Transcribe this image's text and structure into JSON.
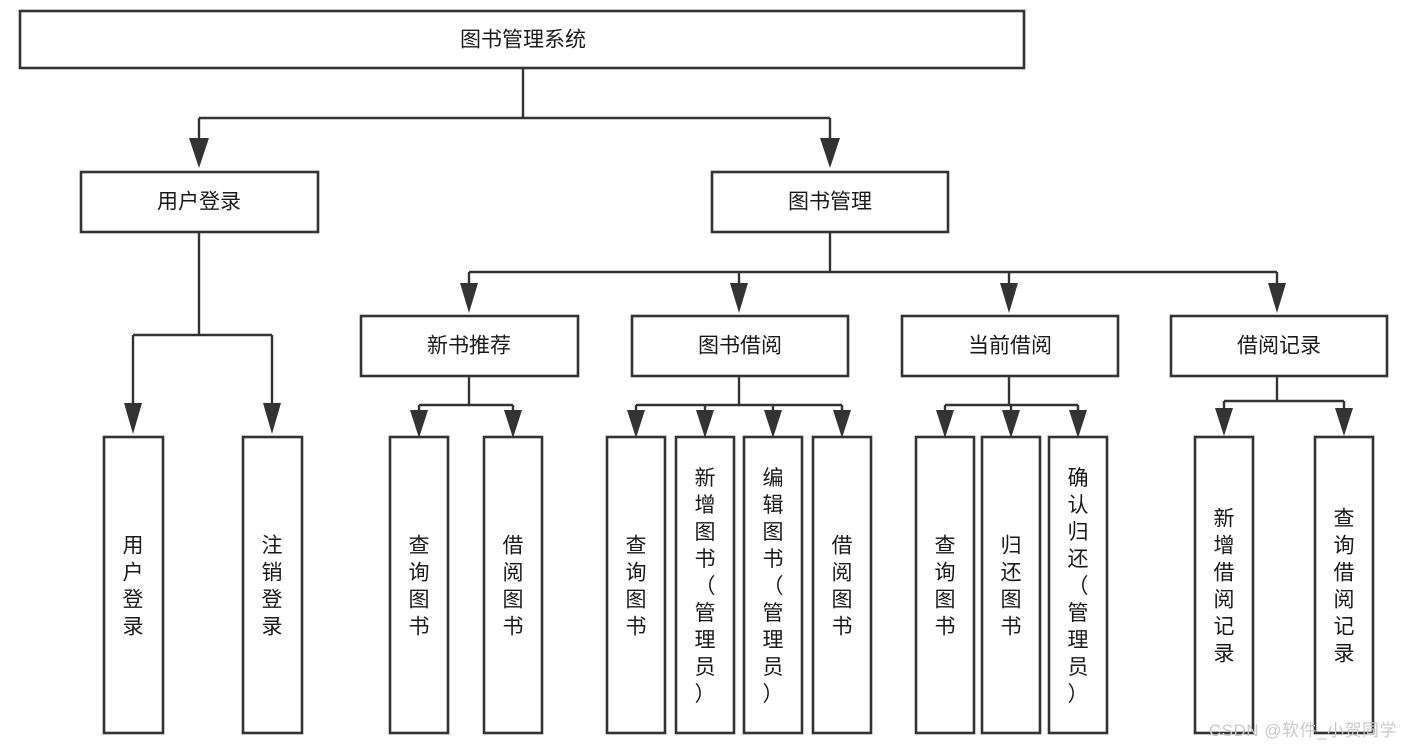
{
  "diagram": {
    "type": "tree-hierarchy",
    "title": "图书管理系统",
    "watermark": "CSDN @软件_小贺同学",
    "style": {
      "box_fill": "#ffffff",
      "box_stroke": "#333333",
      "text_color": "#1a1a1a",
      "watermark_color": "#c9c9c9",
      "background": "#ffffff"
    },
    "levels": [
      {
        "level": 1,
        "nodes": [
          {
            "id": "root",
            "label": "图书管理系统",
            "orientation": "horizontal"
          }
        ]
      },
      {
        "level": 2,
        "nodes": [
          {
            "id": "user-login",
            "label": "用户登录",
            "orientation": "horizontal",
            "parent": "root"
          },
          {
            "id": "book-manage",
            "label": "图书管理",
            "orientation": "horizontal",
            "parent": "root"
          }
        ]
      },
      {
        "level": 3,
        "nodes": [
          {
            "id": "new-book-rec",
            "label": "新书推荐",
            "orientation": "horizontal",
            "parent": "book-manage"
          },
          {
            "id": "book-borrow",
            "label": "图书借阅",
            "orientation": "horizontal",
            "parent": "book-manage"
          },
          {
            "id": "current-borrow",
            "label": "当前借阅",
            "orientation": "horizontal",
            "parent": "book-manage"
          },
          {
            "id": "borrow-record",
            "label": "借阅记录",
            "orientation": "horizontal",
            "parent": "book-manage"
          }
        ]
      },
      {
        "level": 4,
        "nodes": [
          {
            "id": "leaf-user-login",
            "label": "用户登录",
            "orientation": "vertical",
            "parent": "user-login"
          },
          {
            "id": "leaf-logout",
            "label": "注销登录",
            "orientation": "vertical",
            "parent": "user-login"
          },
          {
            "id": "leaf-query-book-1",
            "label": "查询图书",
            "orientation": "vertical",
            "parent": "new-book-rec"
          },
          {
            "id": "leaf-borrow-book-1",
            "label": "借阅图书",
            "orientation": "vertical",
            "parent": "new-book-rec"
          },
          {
            "id": "leaf-query-book-2",
            "label": "查询图书",
            "orientation": "vertical",
            "parent": "book-borrow"
          },
          {
            "id": "leaf-add-book",
            "label": "新增图书（管理员）",
            "orientation": "vertical",
            "parent": "book-borrow"
          },
          {
            "id": "leaf-edit-book",
            "label": "编辑图书（管理员）",
            "orientation": "vertical",
            "parent": "book-borrow"
          },
          {
            "id": "leaf-borrow-book-2",
            "label": "借阅图书",
            "orientation": "vertical",
            "parent": "book-borrow"
          },
          {
            "id": "leaf-query-book-3",
            "label": "查询图书",
            "orientation": "vertical",
            "parent": "current-borrow"
          },
          {
            "id": "leaf-return-book",
            "label": "归还图书",
            "orientation": "vertical",
            "parent": "current-borrow"
          },
          {
            "id": "leaf-confirm-return",
            "label": "确认归还（管理员）",
            "orientation": "vertical",
            "parent": "current-borrow"
          },
          {
            "id": "leaf-add-record",
            "label": "新增借阅记录",
            "orientation": "vertical",
            "parent": "borrow-record"
          },
          {
            "id": "leaf-query-record",
            "label": "查询借阅记录",
            "orientation": "vertical",
            "parent": "borrow-record"
          }
        ]
      }
    ],
    "labels": {
      "root": "图书管理系统",
      "user_login": "用户登录",
      "book_manage": "图书管理",
      "new_book_rec": "新书推荐",
      "book_borrow": "图书借阅",
      "current_borrow": "当前借阅",
      "borrow_record": "借阅记录",
      "leaf_user_login": "用户登录",
      "leaf_logout": "注销登录",
      "leaf_query_book_1": "查询图书",
      "leaf_borrow_book_1": "借阅图书",
      "leaf_query_book_2": "查询图书",
      "leaf_add_book": "新增图书（管理员）",
      "leaf_edit_book": "编辑图书（管理员）",
      "leaf_borrow_book_2": "借阅图书",
      "leaf_query_book_3": "查询图书",
      "leaf_return_book": "归还图书",
      "leaf_confirm_return": "确认归还（管理员）",
      "leaf_add_record": "新增借阅记录",
      "leaf_query_record": "查询借阅记录"
    }
  }
}
